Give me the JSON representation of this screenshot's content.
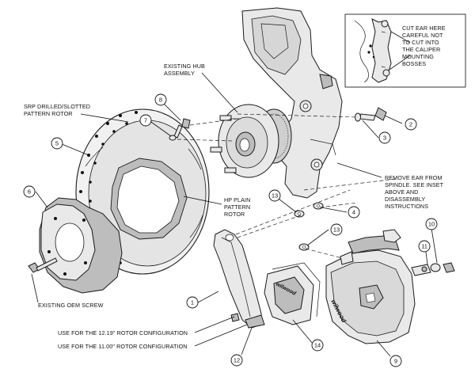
{
  "callouts": [
    {
      "id": "c1",
      "number": "1"
    },
    {
      "id": "c2",
      "number": "2"
    },
    {
      "id": "c3",
      "number": "3"
    },
    {
      "id": "c4",
      "number": "4"
    },
    {
      "id": "c5",
      "number": "5"
    },
    {
      "id": "c6",
      "number": "6"
    },
    {
      "id": "c7",
      "number": "7"
    },
    {
      "id": "c8",
      "number": "8"
    },
    {
      "id": "c9",
      "number": "9"
    },
    {
      "id": "c10",
      "number": "10"
    },
    {
      "id": "c11",
      "number": "11"
    },
    {
      "id": "c12",
      "number": "12"
    },
    {
      "id": "c13a",
      "number": "13"
    },
    {
      "id": "c13b",
      "number": "13"
    },
    {
      "id": "c14",
      "number": "14"
    }
  ],
  "labels": {
    "existing_hub": [
      "EXISTING HUB",
      "ASSEMBLY"
    ],
    "srp_rotor": [
      "SRP DRILLED/SLOTTED",
      "PATTERN ROTOR"
    ],
    "hp_rotor": [
      "HP PLAIN",
      "PATTERN",
      "ROTOR"
    ],
    "remove_ear": [
      "REMOVE EAR FROM",
      "SPINDLE.  SEE INSET",
      "ABOVE AND",
      "DISASSEMBLY",
      "INSTRUCTIONS"
    ],
    "inset_note": [
      "CUT EAR HERE",
      "CAREFUL NOT",
      "TO CUT INTO",
      "THE CALIPER",
      "MOUNTING",
      "BOSSES"
    ],
    "existing_oem_screw": "EXISTING OEM SCREW",
    "config_1219": "USE FOR THE 12.19\" ROTOR CONFIGURATION",
    "config_1100": "USE FOR THE 11.00\" ROTOR CONFIGURATION"
  },
  "logo_text": "wilwood"
}
